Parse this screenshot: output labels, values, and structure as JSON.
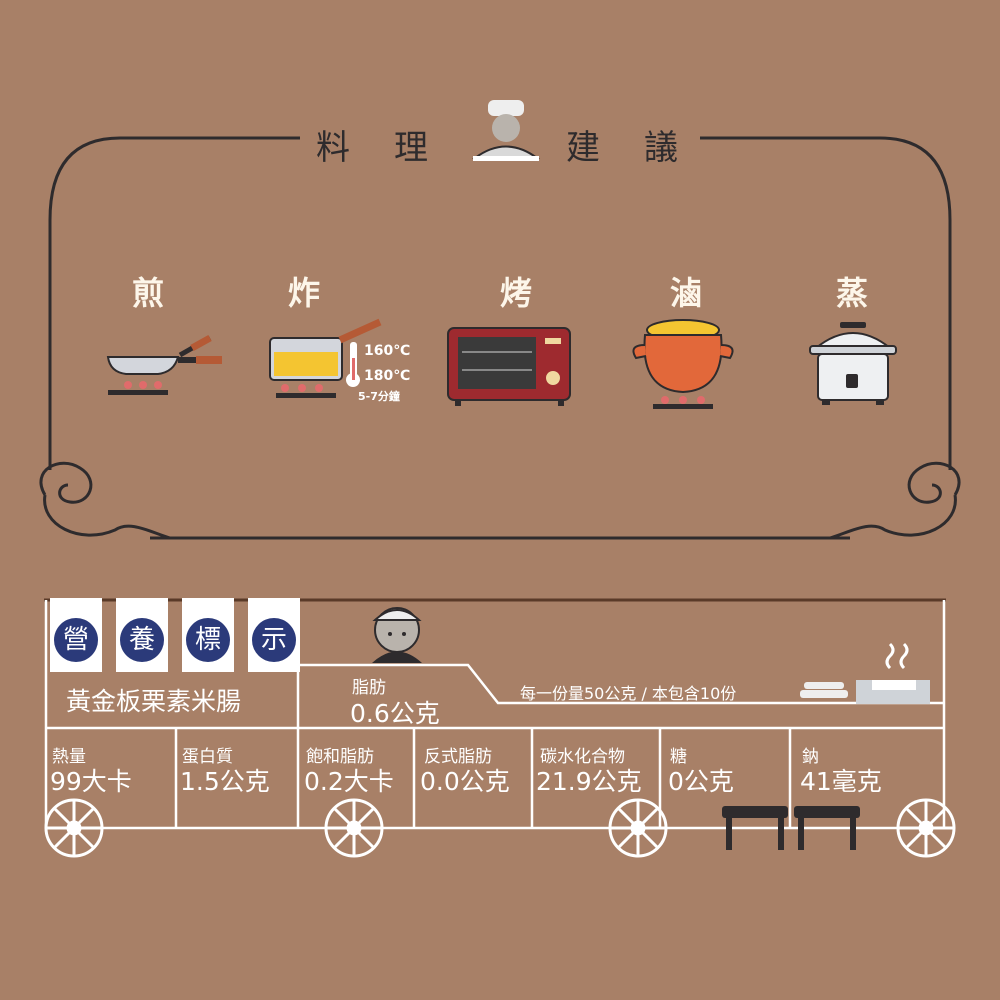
{
  "header": {
    "title_chars": [
      "料",
      "理",
      "建",
      "議"
    ]
  },
  "methods": [
    "煎",
    "炸",
    "烤",
    "滷",
    "蒸"
  ],
  "fry_info": {
    "temp_high": "160℃",
    "temp_low": "180℃",
    "time": "5-7分鐘"
  },
  "badge_chars": [
    "營",
    "養",
    "標",
    "示"
  ],
  "product_name": "黃金板栗素米腸",
  "fat": {
    "label": "脂肪",
    "value": "0.6公克"
  },
  "serving_note": "每一份量50公克 / 本包含10份",
  "nutrients": [
    {
      "label": "熱量",
      "value": "99大卡"
    },
    {
      "label": "蛋白質",
      "value": "1.5公克"
    },
    {
      "label": "飽和脂肪",
      "value": "0.2大卡"
    },
    {
      "label": "反式脂肪",
      "value": "0.0公克"
    },
    {
      "label": "碳水化合物",
      "value": "21.9公克"
    },
    {
      "label": "糖",
      "value": "0公克"
    },
    {
      "label": "鈉",
      "value": "41毫克"
    }
  ],
  "colors": {
    "background": "#a88067",
    "line": "#2e2b2d",
    "badge": "#2b3a7a",
    "oven": "#9e2a2f",
    "pot": "#e2683a"
  }
}
